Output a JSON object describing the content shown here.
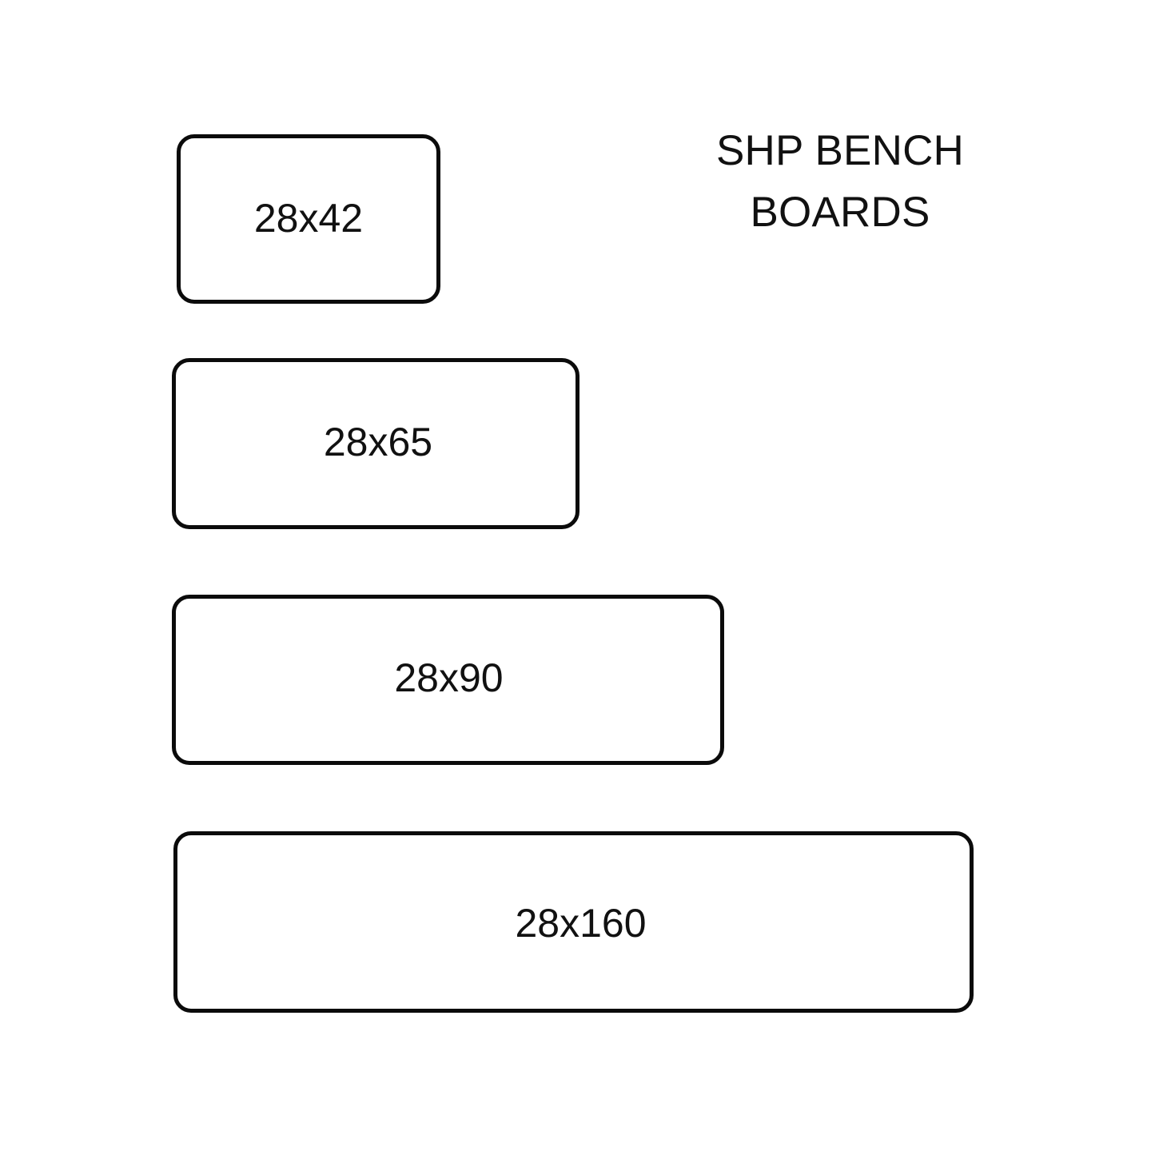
{
  "document": {
    "background_color": "#ffffff",
    "stroke_color": "#0b0b0b",
    "text_color": "#111111"
  },
  "title": {
    "line1": "SHP BENCH",
    "line2": "BOARDS",
    "full": "SHP BENCH BOARDS"
  },
  "boards": [
    {
      "label": "28x42",
      "thickness_mm": 28,
      "width_mm": 42
    },
    {
      "label": "28x65",
      "thickness_mm": 28,
      "width_mm": 65
    },
    {
      "label": "28x90",
      "thickness_mm": 28,
      "width_mm": 90
    },
    {
      "label": "28x160",
      "thickness_mm": 28,
      "width_mm": 160
    }
  ],
  "chart_data": {
    "type": "bar",
    "title": "SHP BENCH BOARDS",
    "categories": [
      "28x42",
      "28x65",
      "28x90",
      "28x160"
    ],
    "values": [
      42,
      65,
      90,
      160
    ],
    "xlabel": "",
    "ylabel": "",
    "orientation": "horizontal",
    "grid": false,
    "legend": "none",
    "note": "Scaled outline rectangles representing board cross-section widths in mm"
  }
}
